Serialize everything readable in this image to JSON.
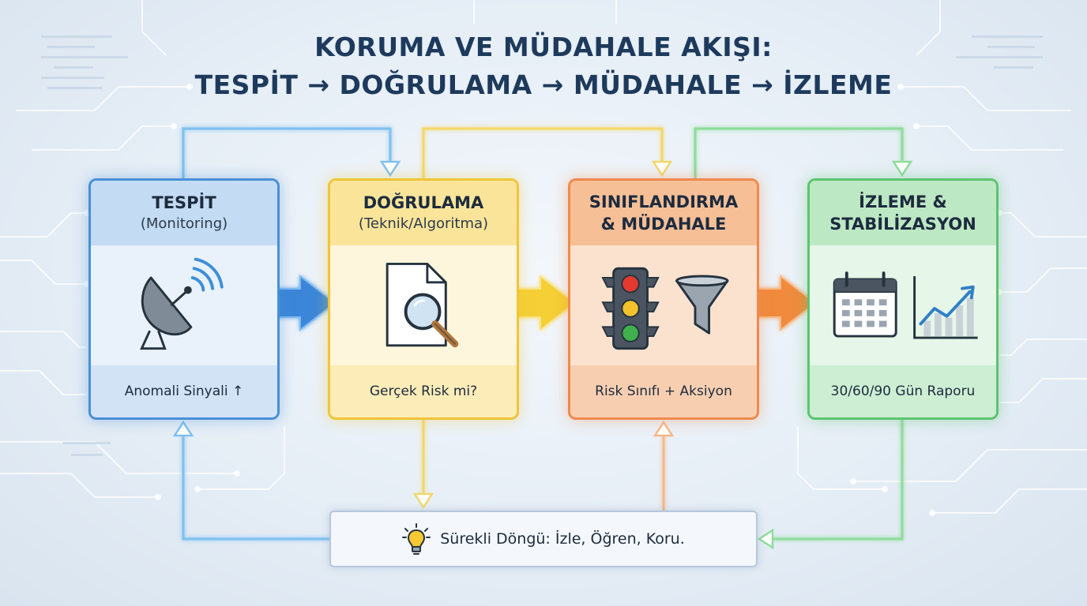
{
  "title": {
    "line1": "KORUMA VE MÜDAHALE AKIŞI:",
    "line2": "TESPİT → DOĞRULAMA → MÜDAHALE → İZLEME"
  },
  "steps": [
    {
      "title": "TESPİT",
      "subtitle": "(Monitoring)",
      "footer": "Anomali Sinyali ↑",
      "icon": "satellite-dish-icon",
      "color": "#4a8fd6"
    },
    {
      "title": "DOĞRULAMA",
      "subtitle": "(Teknik/Algoritma)",
      "footer": "Gerçek Risk mi?",
      "icon": "document-search-icon",
      "color": "#efc53a"
    },
    {
      "title": "SINIFLANDIRMA\n& MÜDAHALE",
      "subtitle": "",
      "footer": "Risk Sınıfı + Aksiyon",
      "icon": "traffic-light-funnel-icon",
      "color": "#ee8a4e"
    },
    {
      "title": "İZLEME &\nSTABİLİZASYON",
      "subtitle": "",
      "footer": "30/60/90 Gün Raporu",
      "icon": "calendar-chart-icon",
      "color": "#5cc46e"
    }
  ],
  "loop": {
    "text": "Sürekli Döngü: İzle, Öğren, Koru.",
    "icon": "lightbulb-icon"
  },
  "colors": {
    "blue": "#4a8fd6",
    "yellow": "#efc53a",
    "orange": "#ee8a4e",
    "green": "#5cc46e",
    "title": "#1d3a5c"
  }
}
